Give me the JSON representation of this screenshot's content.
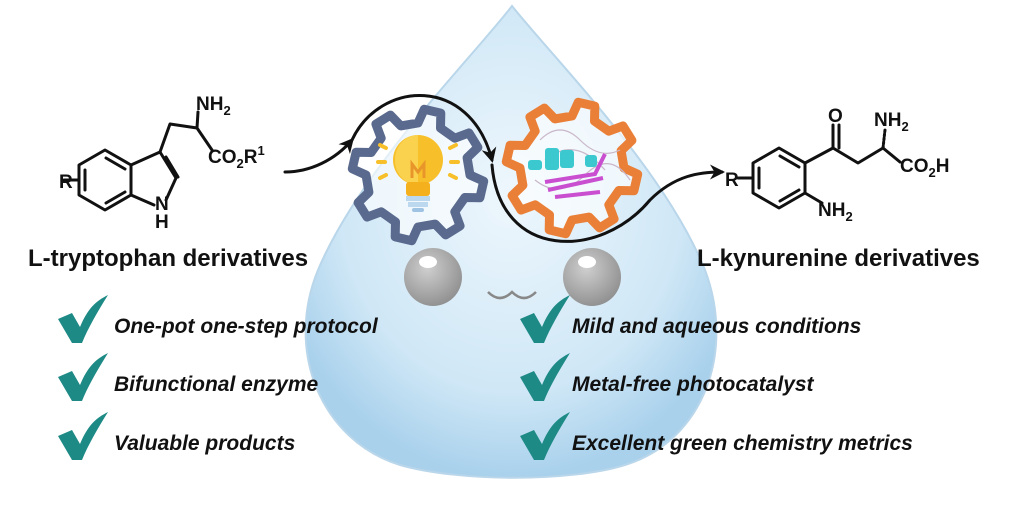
{
  "left_compound": {
    "substituent": "R",
    "amine": "NH",
    "amine_sub": "2",
    "ester": "CO",
    "ester_sub": "2",
    "ester_r": "R",
    "ester_sup": "1",
    "ring_n": "N",
    "ring_h": "H",
    "title": "L-tryptophan derivatives"
  },
  "right_compound": {
    "substituent": "R",
    "oxo": "O",
    "amine": "NH",
    "amine_sub": "2",
    "acid": "CO",
    "acid_sub": "2",
    "acid_h": "H",
    "aryl_amine": "NH",
    "aryl_amine_sub": "2",
    "title": "L-kynurenine derivatives"
  },
  "features": {
    "left": [
      "One-pot one-step protocol",
      "Bifunctional enzyme",
      "Valuable products"
    ],
    "right": [
      "Mild and aqueous conditions",
      "Metal-free photocatalyst",
      "Excellent green chemistry metrics"
    ]
  },
  "colors": {
    "check": "#1e8a86",
    "photo_gear": "#5a6a8e",
    "enzyme_gear": "#ea8038",
    "bulb": "#f7c02b",
    "droplet": "#cfe8f6"
  }
}
